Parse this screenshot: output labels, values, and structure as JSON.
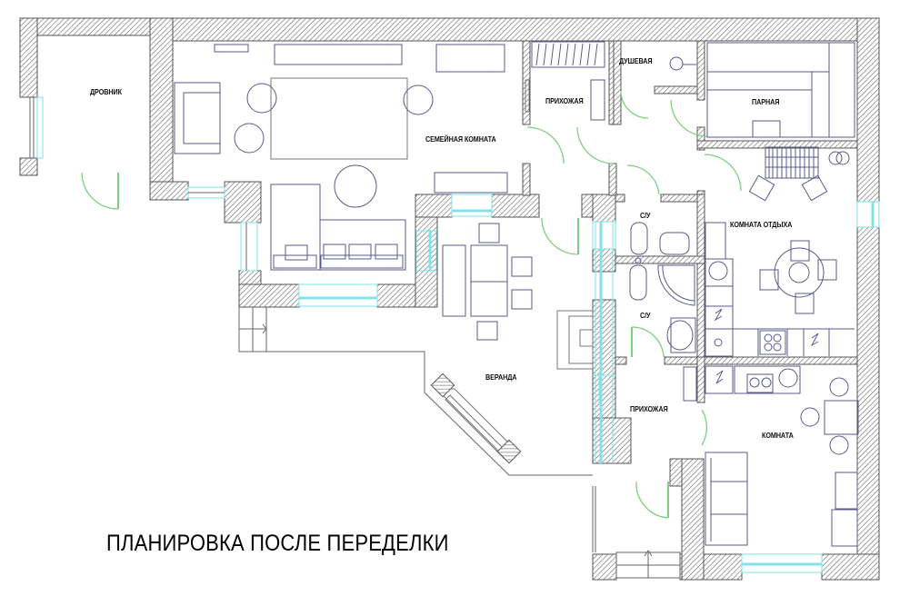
{
  "plan": {
    "title": "ПЛАНИРОВКА  ПОСЛЕ ПЕРЕДЕЛКИ",
    "colors": {
      "walls_hatch": "#555555",
      "furniture": "#5a5a8a",
      "doors": "#7ccf7c",
      "windows": "#7fe3e8"
    },
    "rooms": [
      {
        "id": "drovnik",
        "label": "ДРОВНИК"
      },
      {
        "id": "family-room",
        "label": "СЕМЕЙНАЯ  КОМНАТА"
      },
      {
        "id": "hallway-top",
        "label": "ПРИХОЖАЯ"
      },
      {
        "id": "shower",
        "label": "ДУШЕВАЯ"
      },
      {
        "id": "steam-room",
        "label": "ПАРНАЯ"
      },
      {
        "id": "wc-top",
        "label": "С/У"
      },
      {
        "id": "rest-room",
        "label": "КОМНАТА ОТДЫХА"
      },
      {
        "id": "wc-bottom",
        "label": "С/У"
      },
      {
        "id": "veranda",
        "label": "ВЕРАНДА"
      },
      {
        "id": "hallway-bottom",
        "label": "ПРИХОЖАЯ"
      },
      {
        "id": "room",
        "label": "КОМНАТА"
      }
    ]
  }
}
